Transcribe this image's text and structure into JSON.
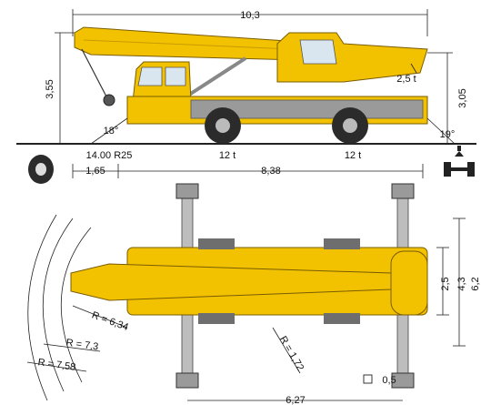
{
  "side_view": {
    "overall_length": "10,3",
    "total_height": "3,55",
    "cab_height": "3,05",
    "counterweight": "2,5 t",
    "approach_angle": "18°",
    "departure_angle": "19°",
    "tyre_size": "14.00 R25",
    "axle_load_front": "12 t",
    "axle_load_rear": "12 t",
    "front_overhang": "1,65",
    "wheelbase_span": "8,38"
  },
  "top_view": {
    "width_retracted": "2,5",
    "outrigger_width": "4,3",
    "outrigger_width_cut": "6,2",
    "radius_1": "R = 6,34",
    "radius_2": "R = 7,3",
    "radius_3": "R = 7,58",
    "tail_radius": "R = 1,72",
    "pad_size": "0,5",
    "outrigger_length": "6,27"
  },
  "colors": {
    "crane_yellow": "#f2c200",
    "crane_dark_yellow": "#c99a00",
    "tyre_dark": "#2b2b2b",
    "steel_grey": "#8a8a8a"
  }
}
